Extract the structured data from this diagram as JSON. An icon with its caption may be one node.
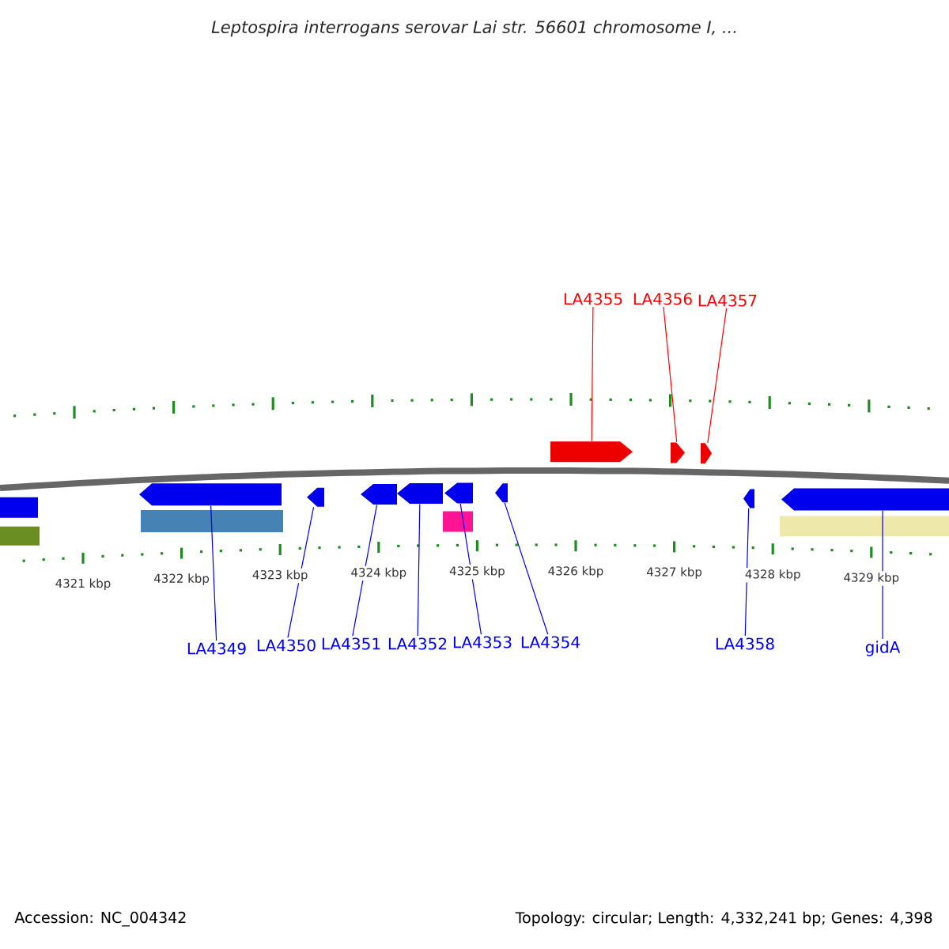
{
  "diagram": {
    "title": "Leptospira interrogans serovar Lai str. 56601 chromosome I, ...",
    "nodes": [
      {
        "text": [],
        "shape": "bar"
      },
      {
        "text": [],
        "shape": "bar"
      },
      {
        "text": [],
        "shape": "arrow"
      },
      {
        "text": [],
        "shape": "bar"
      },
      {
        "text": [],
        "shape": "arrow"
      },
      {
        "text": [],
        "shape": "arrow"
      },
      {
        "text": [],
        "shape": "arrow"
      },
      {
        "text": [],
        "shape": "arrow"
      },
      {
        "text": [],
        "shape": "bar"
      },
      {
        "text": [],
        "shape": "arrow"
      },
      {
        "text": [],
        "shape": "arrow"
      },
      {
        "text": [],
        "shape": "arrow"
      },
      {
        "text": [],
        "shape": "arrow"
      },
      {
        "text": [],
        "shape": "arrow"
      },
      {
        "text": [],
        "shape": "bar"
      },
      {
        "text": [],
        "shape": "arrow"
      },
      {
        "text": [
          "LA4355"
        ]
      },
      {
        "text": [
          "LA4356"
        ]
      },
      {
        "text": [
          "LA4357"
        ]
      },
      {
        "text": [
          "LA4349"
        ]
      },
      {
        "text": [
          "LA4350"
        ]
      },
      {
        "text": [
          "LA4351"
        ]
      },
      {
        "text": [
          "LA4352"
        ]
      },
      {
        "text": [
          "LA4353"
        ]
      },
      {
        "text": [
          "LA4354"
        ]
      },
      {
        "text": [
          "LA4358"
        ]
      },
      {
        "text": [
          "gidA"
        ]
      }
    ],
    "edges": [
      {
        "from": 16,
        "to": 10,
        "arrow": "none",
        "color": "#ff0000"
      },
      {
        "from": 17,
        "to": 11,
        "arrow": "none",
        "color": "#ff0000"
      },
      {
        "from": 18,
        "to": 12,
        "arrow": "none",
        "color": "#ff0000"
      },
      {
        "from": 19,
        "to": 2,
        "arrow": "none"
      },
      {
        "from": 20,
        "to": 4,
        "arrow": "none"
      },
      {
        "from": 21,
        "to": 5,
        "arrow": "none"
      },
      {
        "from": 22,
        "to": 6,
        "arrow": "none"
      },
      {
        "from": 23,
        "to": 7,
        "arrow": "none"
      },
      {
        "from": 24,
        "to": 9,
        "arrow": "none"
      },
      {
        "from": 25,
        "to": 13,
        "arrow": "none"
      },
      {
        "from": 26,
        "to": 15,
        "arrow": "none"
      }
    ],
    "labels": [
      "4321 kbp",
      "4322 kbp",
      "4323 kbp",
      "4324 kbp",
      "4325 kbp",
      "4326 kbp",
      "4327 kbp",
      "4328 kbp",
      "4329 kbp",
      "Accession: NC_004342",
      "Topology: circular; Length: 4,332,241 bp; Genes: 4,398"
    ]
  }
}
